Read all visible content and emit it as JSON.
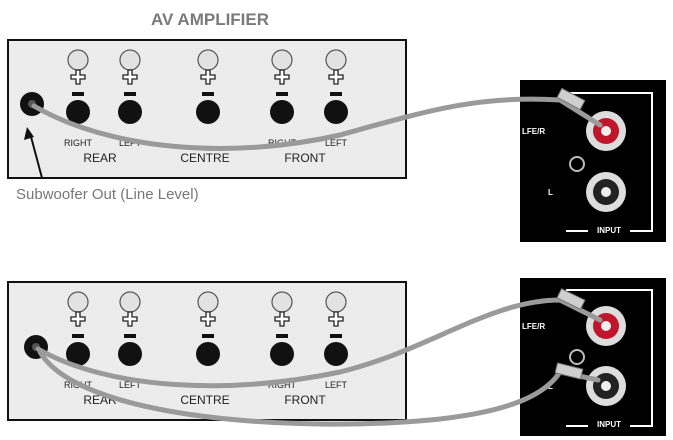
{
  "title": "AV AMPLIFIER",
  "caption": "Subwoofer Out (Line Level)",
  "channels": [
    {
      "label": "RIGHT",
      "group": "REAR"
    },
    {
      "label": "LEFT",
      "group": "REAR"
    },
    {
      "label": "",
      "group": "CENTRE"
    },
    {
      "label": "RIGHT",
      "group": "FRONT"
    },
    {
      "label": "LEFT",
      "group": "FRONT"
    }
  ],
  "groups": {
    "rear": "REAR",
    "centre": "CENTRE",
    "front": "FRONT"
  },
  "subwoofer": {
    "lfe_label": "LFE/R",
    "l_label": "L",
    "input_label": "INPUT"
  },
  "colors": {
    "panel": "#ececec",
    "cable": "#9a9a9a",
    "red_jack": "#c0162b",
    "sub_panel": "#000000"
  }
}
